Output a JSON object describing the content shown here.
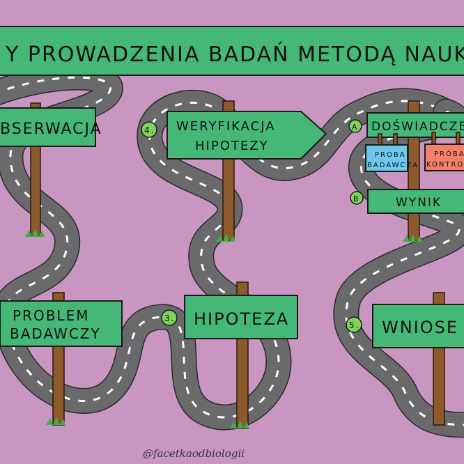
{
  "title": "Y PROWADZENIA BADAŃ METODĄ NAUK",
  "colors": {
    "background": "#c996c1",
    "sign_green": "#45b877",
    "road": "#6a6a6c",
    "post": "#8c5a2c",
    "badge_green": "#7fd25c",
    "card_blue": "#6cc8ee",
    "card_red": "#f4806a"
  },
  "signs": {
    "obserwacja": "BSERWACJA",
    "problem_line1": "PROBLEM",
    "problem_line2": "BADAWCZY",
    "hipoteza": "HIPOTEZA",
    "weryfikacja_line1": "WERYFIKACJA",
    "weryfikacja_line2": "HIPOTEZY",
    "doswiadczenie": "DOŚWIADCZENI",
    "proba_badawcza_line1": "PRÓBA",
    "proba_badawcza_line2": "BADAWCZA",
    "proba_kontrolna_line1": "PRÓBA",
    "proba_kontrolna_line2": "KONTROLN",
    "wynik": "WYNIK",
    "wnioski": "WNIOSE"
  },
  "badges": {
    "step3": "3.",
    "step4": "4.",
    "step5": "5.",
    "a": "A",
    "b": "B"
  },
  "watermark": "@facetkaodbiologii"
}
